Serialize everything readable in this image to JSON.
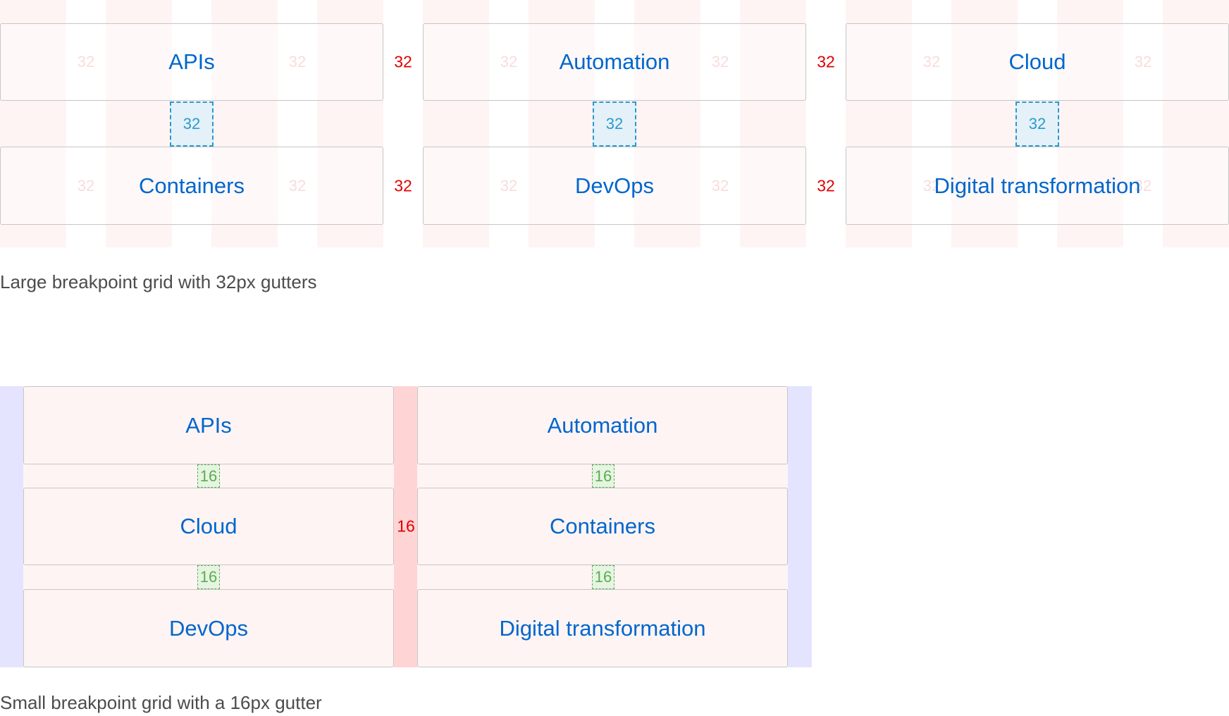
{
  "large": {
    "cards": [
      "APIs",
      "Automation",
      "Cloud",
      "Containers",
      "DevOps",
      "Digital transformation"
    ],
    "gutter": "32",
    "caption": "Large breakpoint grid with 32px gutters"
  },
  "small": {
    "cards": [
      "APIs",
      "Automation",
      "Cloud",
      "Containers",
      "DevOps",
      "Digital transformation"
    ],
    "gutter": "16",
    "caption": "Small breakpoint grid with a 16px gutter"
  },
  "colors": {
    "link_text": "#0066cc",
    "column_stripe": "#fff4f4",
    "gutter_label": "#e00000",
    "vertical_gap_box": "#2b9ad0",
    "small_gap_box": "#5bae4f",
    "margin_band": "#e4e4ff",
    "gutter_band": "#ffd4d4"
  }
}
